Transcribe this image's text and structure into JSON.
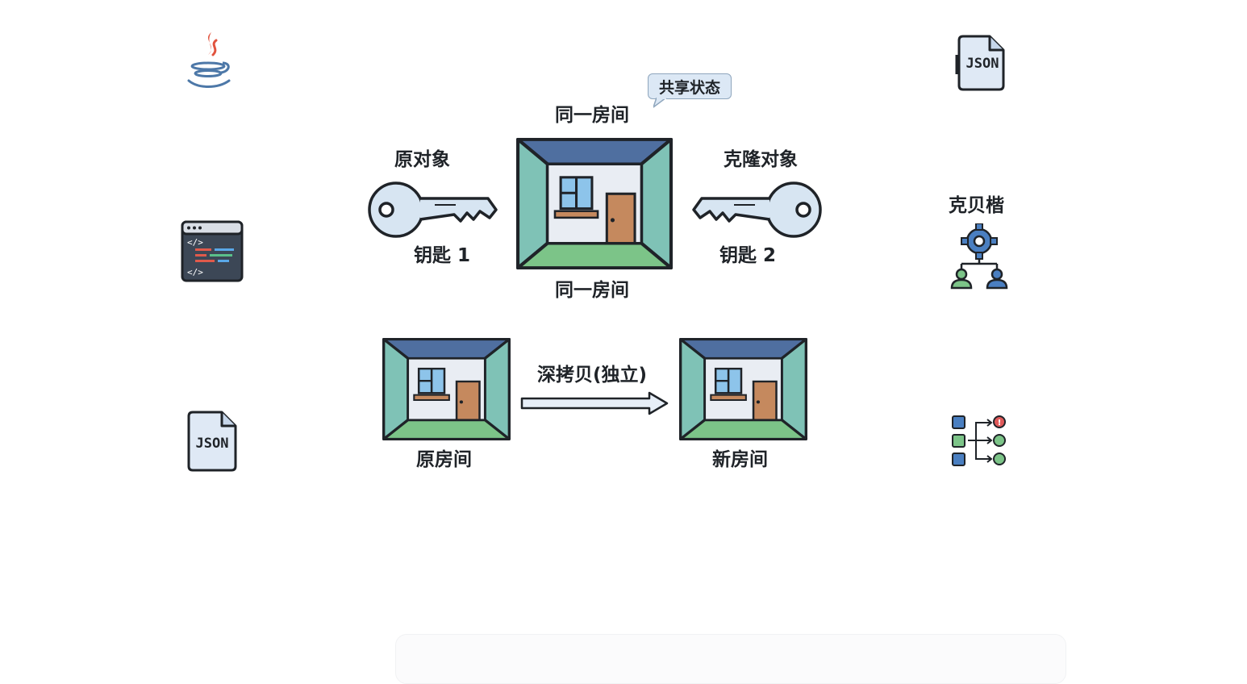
{
  "labels": {
    "shared_state": "共享状态",
    "same_room_top": "同一房间",
    "same_room_bottom": "同一房间",
    "original_object": "原对象",
    "cloned_object": "克隆对象",
    "key1": "钥匙 1",
    "key2": "钥匙 2",
    "deep_copy": "深拷贝(独立)",
    "original_room": "原房间",
    "new_room": "新房间",
    "right_icon_title": "克贝楷",
    "json_right": "JSON",
    "json_left": "JSON"
  },
  "colors": {
    "room_top": "#4f6fa0",
    "room_sides": "#7fc2b6",
    "room_floor": "#7cc488",
    "room_wall": "#e9edf3",
    "door": "#c5895e",
    "window": "#8dc4ea",
    "key": "#d7e5f2",
    "outline": "#1f2328",
    "arrow_fill": "#e6eef7"
  },
  "icons": [
    "java-icon",
    "code-editor-icon",
    "json-file-icon",
    "json-file-icon",
    "gear-team-icon",
    "workflow-icon",
    "key-icon",
    "room-icon",
    "arrow-right-icon"
  ]
}
